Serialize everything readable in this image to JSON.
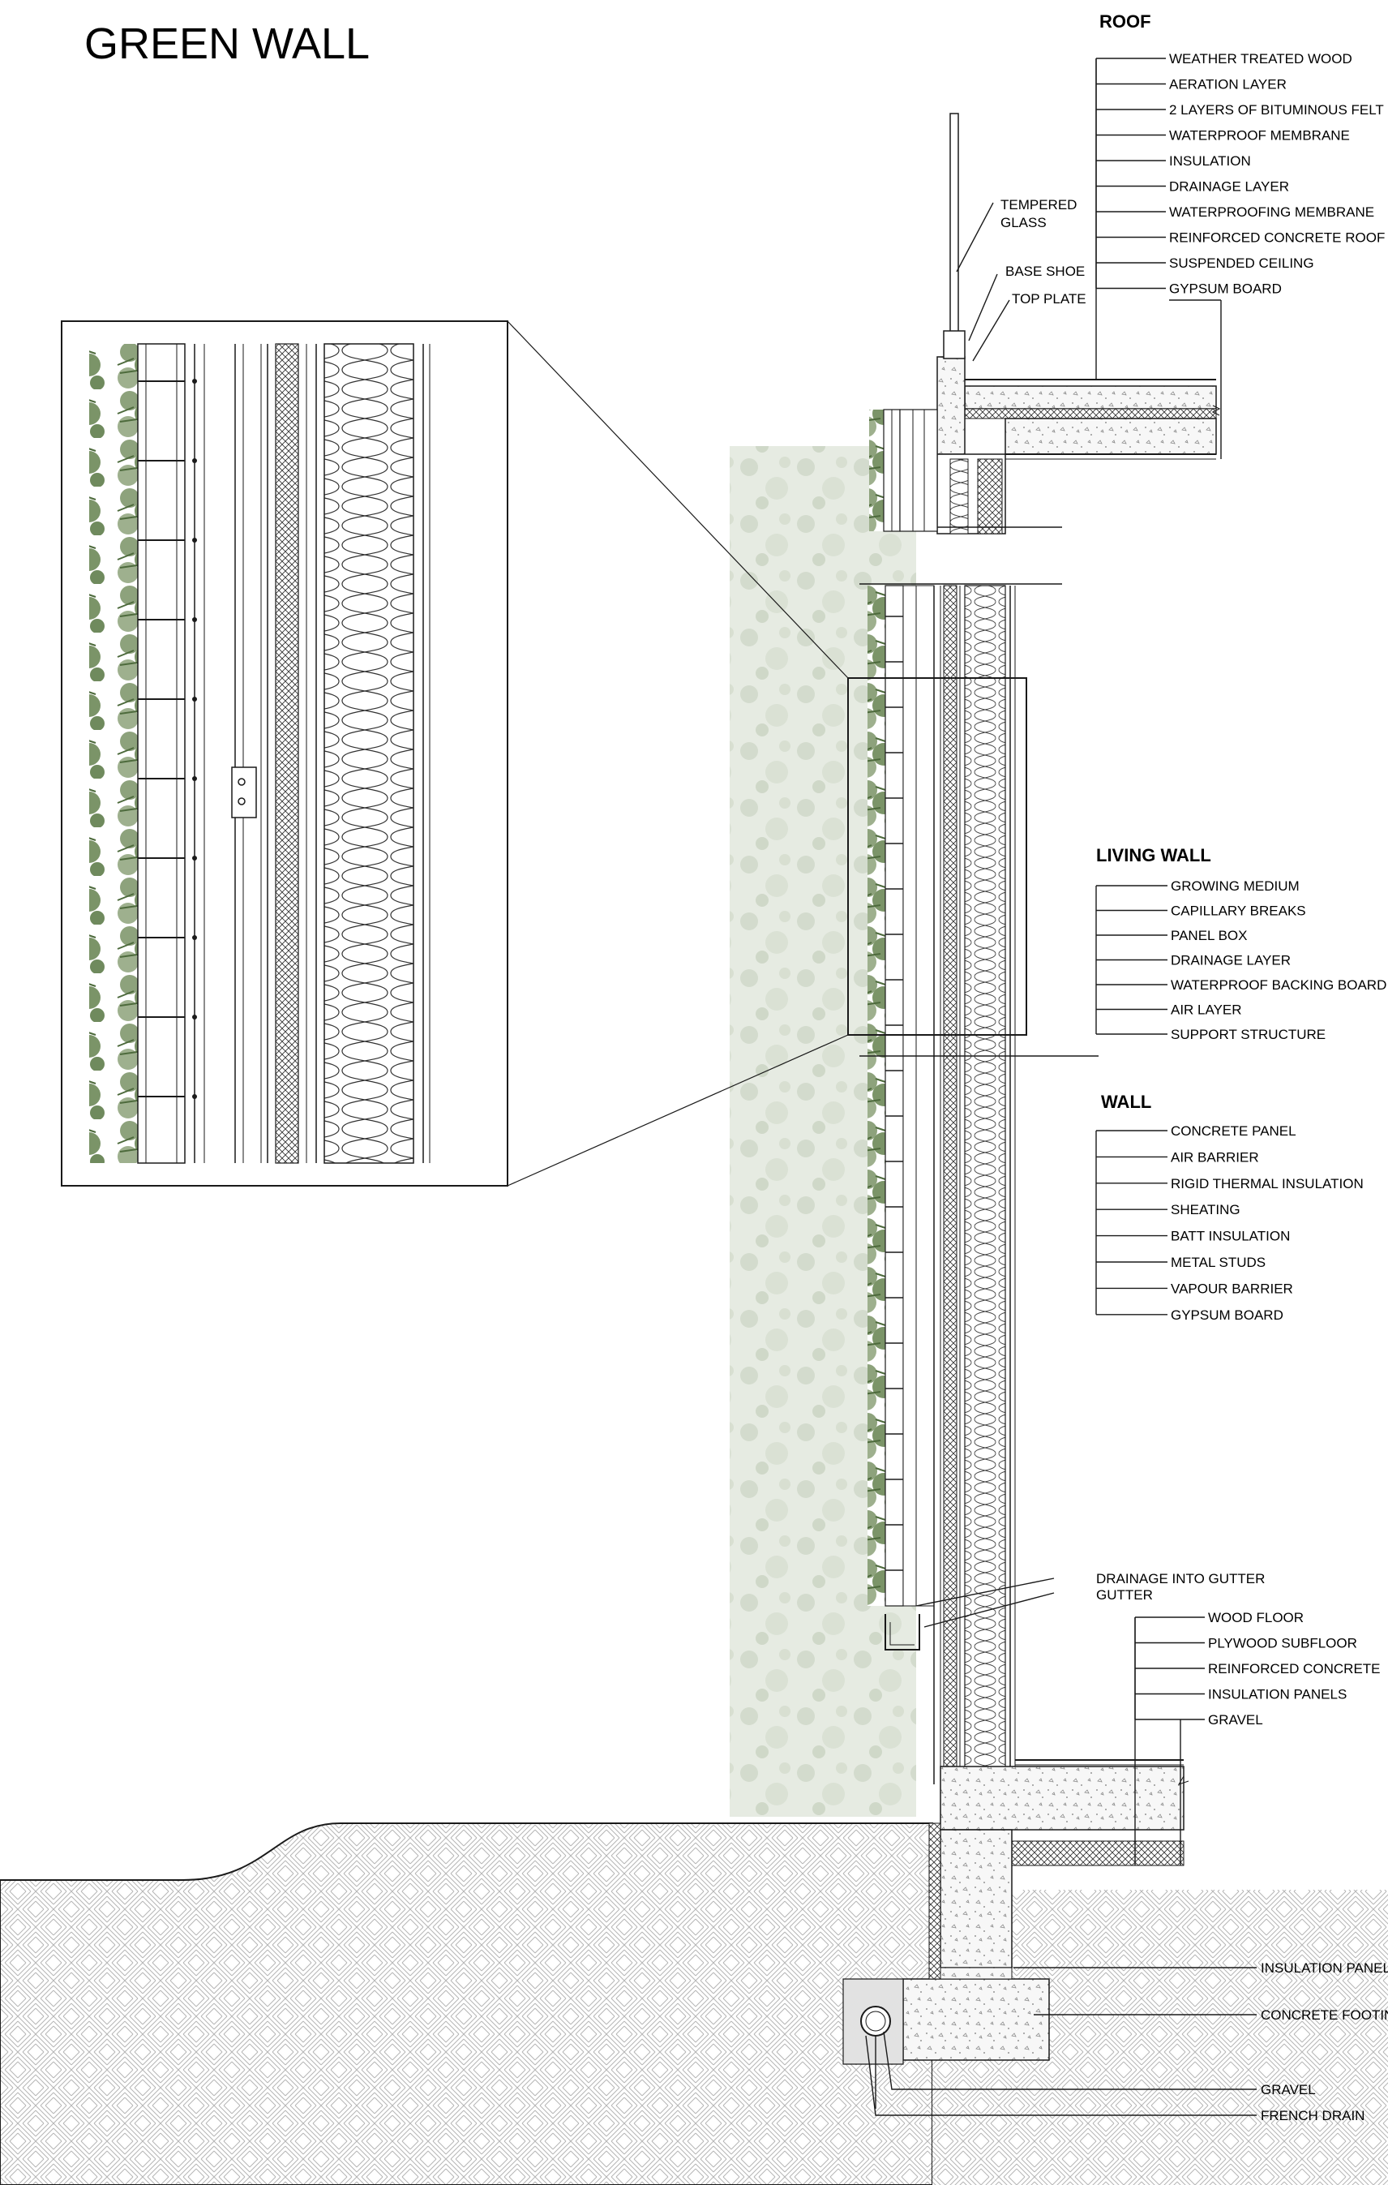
{
  "title": "GREEN WALL",
  "roof": {
    "heading": "ROOF",
    "items": [
      "WEATHER TREATED WOOD",
      "AERATION LAYER",
      "2 LAYERS OF BITUMINOUS FELT",
      "WATERPROOF MEMBRANE",
      "INSULATION",
      "DRAINAGE LAYER",
      "WATERPROOFING MEMBRANE",
      "REINFORCED CONCRETE ROOF SL",
      "SUSPENDED CEILING",
      "GYPSUM BOARD"
    ]
  },
  "parapet": {
    "tempered_glass_1": "TEMPERED",
    "tempered_glass_2": "GLASS",
    "base_shoe": "BASE SHOE",
    "top_plate": "TOP PLATE"
  },
  "living_wall": {
    "heading": "LIVING WALL",
    "items": [
      "GROWING MEDIUM",
      "CAPILLARY BREAKS",
      "PANEL BOX",
      "DRAINAGE LAYER",
      "WATERPROOF BACKING BOARD",
      "AIR LAYER",
      "SUPPORT STRUCTURE"
    ]
  },
  "wall": {
    "heading": "WALL",
    "items": [
      "CONCRETE PANEL",
      "AIR BARRIER",
      "RIGID THERMAL INSULATION",
      "SHEATING",
      "BATT INSULATION",
      "METAL STUDS",
      "VAPOUR BARRIER",
      "GYPSUM BOARD"
    ]
  },
  "gutter": {
    "drainage": "DRAINAGE INTO GUTTER",
    "gutter": "GUTTER"
  },
  "floor": {
    "items": [
      "WOOD FLOOR",
      "PLYWOOD SUBFLOOR",
      "REINFORCED CONCRETE",
      "INSULATION PANELS",
      "GRAVEL"
    ]
  },
  "foundation": {
    "insulation_panel": "INSULATION PANEL",
    "concrete_footing": "CONCRETE FOOTIN",
    "gravel": "GRAVEL",
    "french_drain": "FRENCH DRAIN"
  },
  "colors": {
    "line": "#1a1a1a",
    "foliage": "#e3e8df",
    "foliage_dark": "#aab7a2",
    "plant": "#5f7a4d",
    "concrete": "#f4f4f4"
  }
}
